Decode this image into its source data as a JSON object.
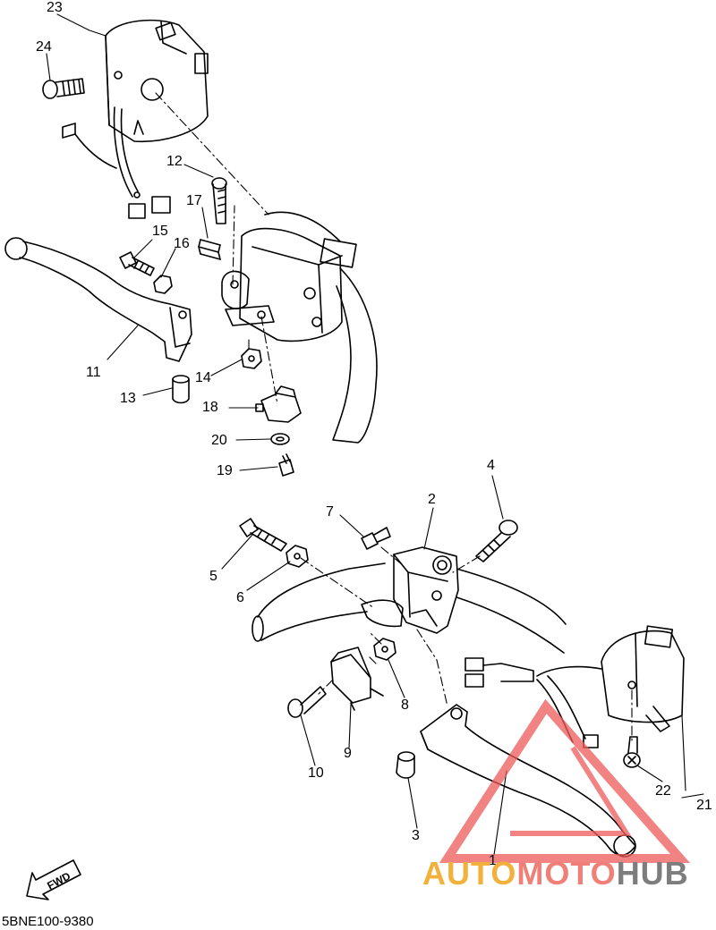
{
  "diagram": {
    "code": "5BNE100-9380",
    "fwd_label": "FWD",
    "watermark": {
      "part1": "AUTO",
      "part2": "MOTO",
      "part3": "HUB",
      "colors": {
        "auto": "#f2b13a",
        "moto": "#ef7f77",
        "hub": "#7d7d7d",
        "triangle": "#ee5a5a"
      }
    },
    "callouts": [
      "1",
      "2",
      "3",
      "4",
      "5",
      "6",
      "7",
      "8",
      "9",
      "10",
      "11",
      "12",
      "13",
      "14",
      "15",
      "16",
      "17",
      "18",
      "19",
      "20",
      "21",
      "22",
      "23",
      "24"
    ]
  }
}
